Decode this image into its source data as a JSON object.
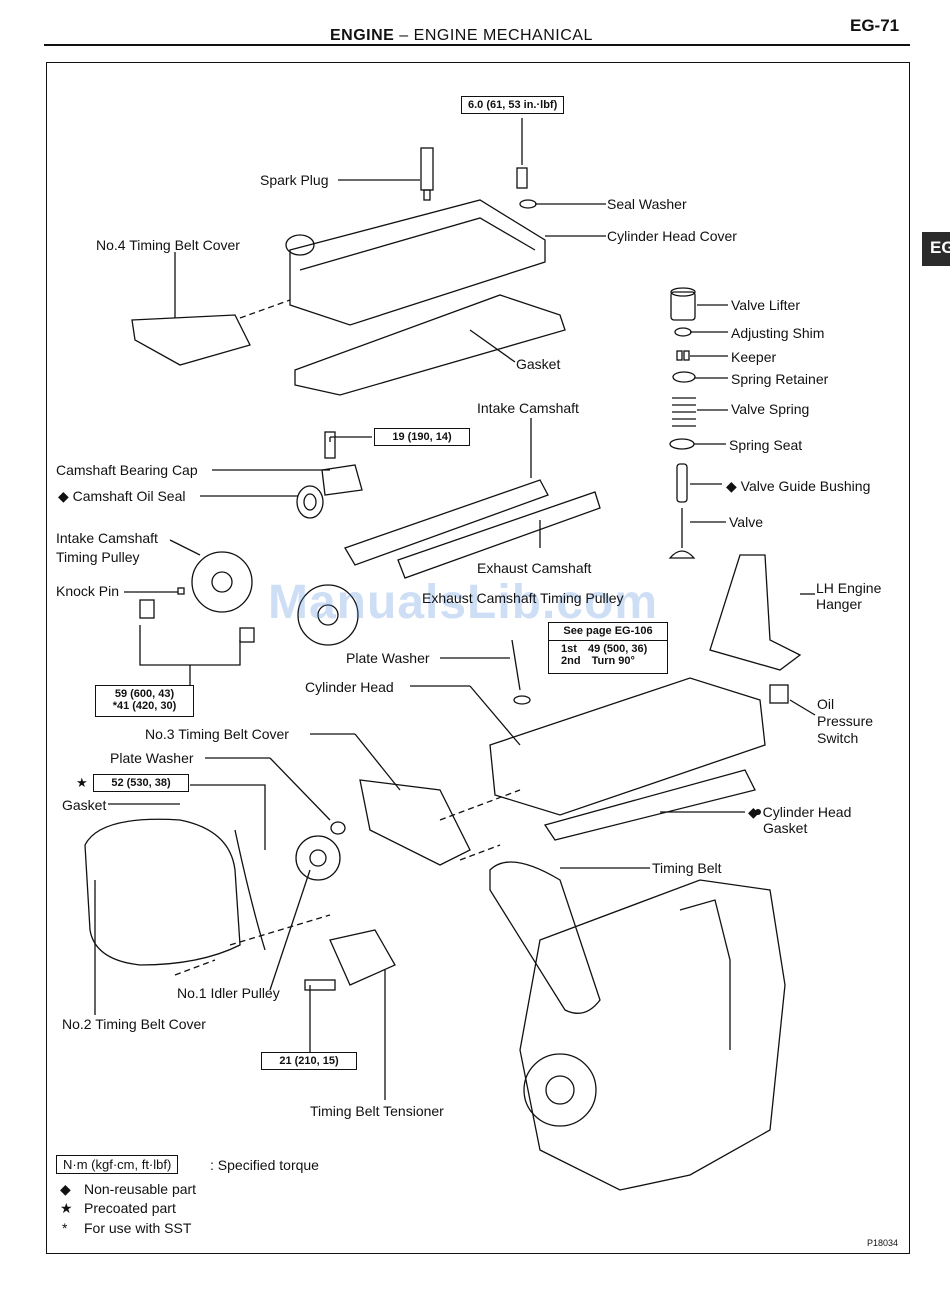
{
  "header": {
    "section": "ENGINE",
    "dash": "–",
    "subsection": "ENGINE MECHANICAL",
    "page": "EG-71",
    "side_tab": "EG"
  },
  "labels": {
    "spark_plug": "Spark Plug",
    "seal_washer": "Seal Washer",
    "cylinder_head_cover": "Cylinder Head Cover",
    "no4_timing_belt_cover": "No.4 Timing Belt Cover",
    "gasket_top": "Gasket",
    "valve_lifter": "Valve Lifter",
    "adjusting_shim": "Adjusting Shim",
    "keeper": "Keeper",
    "spring_retainer": "Spring Retainer",
    "valve_spring": "Valve Spring",
    "spring_seat": "Spring Seat",
    "valve_guide_bushing": "◆ Valve Guide Bushing",
    "valve": "Valve",
    "intake_camshaft": "Intake Camshaft",
    "camshaft_bearing_cap": "Camshaft Bearing Cap",
    "camshaft_oil_seal": "◆ Camshaft Oil Seal",
    "intake_camshaft_timing_pulley_1": "Intake Camshaft",
    "intake_camshaft_timing_pulley_2": "Timing Pulley",
    "exhaust_camshaft": "Exhaust Camshaft",
    "knock_pin": "Knock Pin",
    "exhaust_camshaft_timing_pulley": "Exhaust Camshaft Timing Pulley",
    "lh_engine_hanger_1": "LH Engine",
    "lh_engine_hanger_2": "Hanger",
    "plate_washer_1": "Plate Washer",
    "cylinder_head": "Cylinder Head",
    "oil_pressure_switch_1": "Oil",
    "oil_pressure_switch_2": "Pressure",
    "oil_pressure_switch_3": "Switch",
    "no3_timing_belt_cover": "No.3 Timing Belt Cover",
    "plate_washer_2": "Plate Washer",
    "gasket_lower": "Gasket",
    "cylinder_head_gasket_1": "◆  Cylinder Head",
    "cylinder_head_gasket_2": "Gasket",
    "timing_belt": "Timing Belt",
    "no1_idler_pulley": "No.1 Idler Pulley",
    "no2_timing_belt_cover": "No.2 Timing Belt Cover",
    "timing_belt_tensioner": "Timing Belt Tensioner",
    "star_mark": "★"
  },
  "torque_specs": {
    "spark_plug": "6.0 (61, 53 in.·lbf)",
    "bearing_cap": "19 (190, 14)",
    "pulley_1": "59 (600, 43)",
    "pulley_2": "*41 (420, 30)",
    "head_bolt_ref": "See page EG-106",
    "head_bolt_1st_label": "1st",
    "head_bolt_1st": "49 (500, 36)",
    "head_bolt_2nd_label": "2nd",
    "head_bolt_2nd": "Turn 90°",
    "idler": "52 (530, 38)",
    "tensioner": "21 (210, 15)"
  },
  "legend": {
    "key": "N·m (kgf·cm, ft·lbf)",
    "key_desc": ":  Specified torque",
    "items": [
      {
        "symbol": "◆",
        "text": "Non-reusable part"
      },
      {
        "symbol": "★",
        "text": "Precoated part"
      },
      {
        "symbol": "*",
        "text": "For use with SST"
      }
    ]
  },
  "figure_ref": "P18034",
  "watermark": "ManualsLib.com"
}
